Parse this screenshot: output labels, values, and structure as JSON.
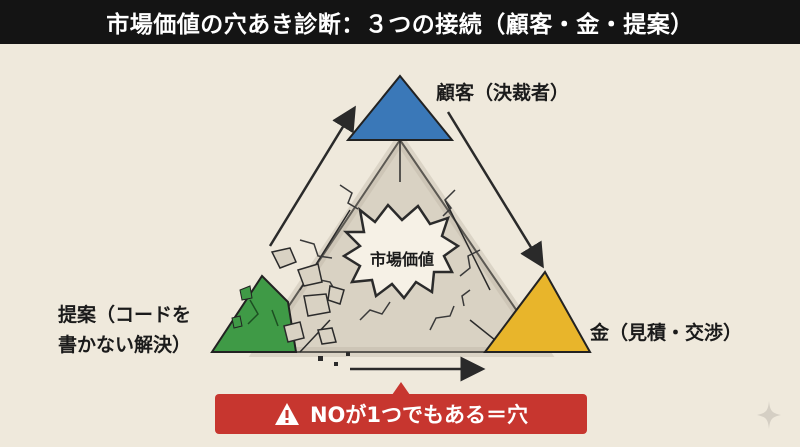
{
  "title": "市場価値の穴あき診断：３つの接続（顧客・金・提案）",
  "nodes": {
    "top": "顧客（決裁者）",
    "right": "金（見積・交渉）",
    "left_line1": "提案（コードを",
    "left_line2": "書かない解決）"
  },
  "center_label": "市場価値",
  "warning": {
    "text": "NOが1つでもある＝穴",
    "icon": "warning-triangle-icon"
  },
  "colors": {
    "title_bar": "#141414",
    "background": "#efe9dc",
    "top_vertex": "#3a78b8",
    "right_vertex": "#e8b52b",
    "left_vertex": "#3f9a46",
    "warning": "#c7362f",
    "stone": "#d9d2c3"
  }
}
